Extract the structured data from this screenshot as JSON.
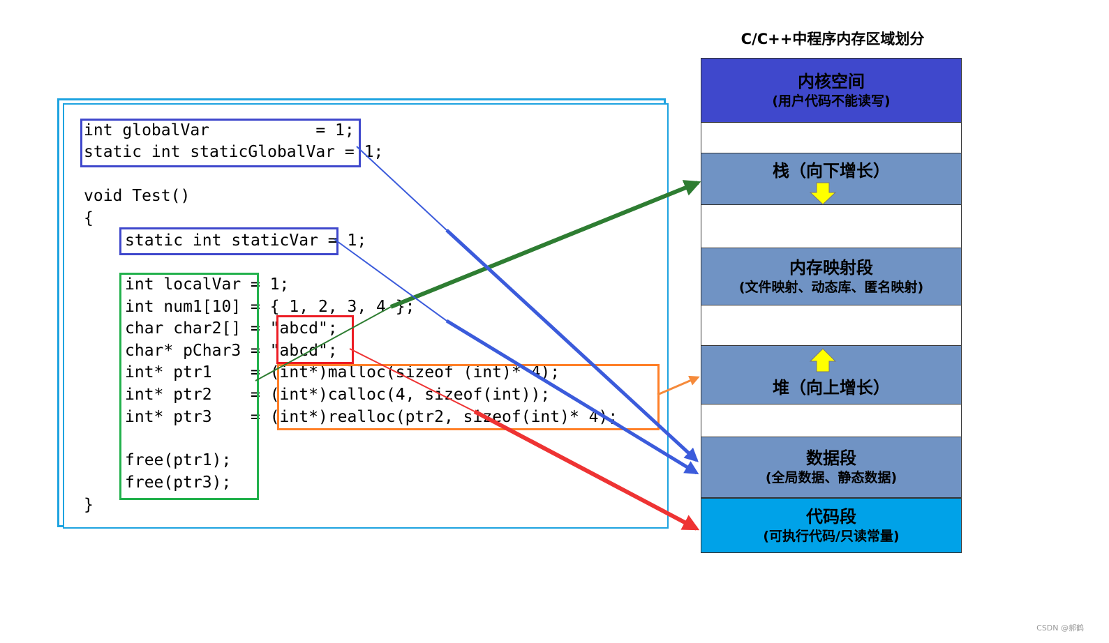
{
  "memory_panel": {
    "title": "C/C++中程序内存区域划分",
    "regions": [
      {
        "label": "内核空间",
        "sub": "(用户代码不能读写)",
        "color": "#3f48cc"
      },
      {
        "label": "栈（向下增长）",
        "sub": "",
        "color": "#7093c4"
      },
      {
        "label": "内存映射段",
        "sub": "(文件映射、动态库、匿名映射)",
        "color": "#7093c4"
      },
      {
        "label": "堆（向上增长）",
        "sub": "",
        "color": "#7093c4"
      },
      {
        "label": "数据段",
        "sub": "(全局数据、静态数据)",
        "color": "#7093c4"
      },
      {
        "label": "代码段",
        "sub": "(可执行代码/只读常量)",
        "color": "#00a2e8"
      }
    ]
  },
  "code": {
    "lines": [
      "int globalVar           = 1;",
      "static int staticGlobalVar = 1;",
      "void Test()",
      "{",
      "static int staticVar = 1;",
      "int localVar = 1;",
      "int num1[10] = { 1, 2, 3, 4 };",
      "char char2[] = \"abcd\";",
      "char* pChar3 = \"abcd\";",
      "int* ptr1    = (int*)malloc(sizeof (int)* 4);",
      "int* ptr2    = (int*)calloc(4, sizeof(int));",
      "int* ptr3    = (int*)realloc(ptr2, sizeof(int)* 4);",
      "free(ptr1);",
      "free(ptr3);",
      "}"
    ]
  },
  "colors": {
    "frame": "#1ea3e0",
    "global_box": "#3f48cc",
    "local_box": "#22b14c",
    "string_box": "#ed1c24",
    "heap_box": "#ff7f27",
    "arrow_green": "#2e7d32",
    "arrow_blue": "#3b5bdb",
    "arrow_red": "#ee3333",
    "arrow_orange": "#f58a3b",
    "grow_arrow": "#ffff00"
  },
  "watermark": "CSDN @郝鹤"
}
